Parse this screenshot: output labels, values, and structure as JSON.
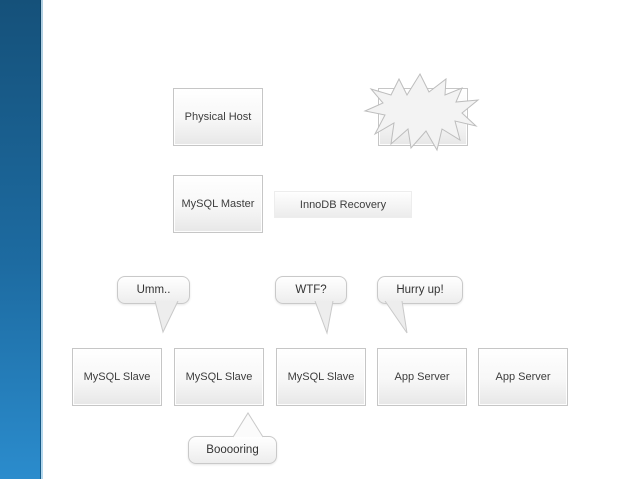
{
  "accent_bar": {
    "top_color": "#15517a",
    "bottom_color": "#2b8ccd"
  },
  "nodes": {
    "physical_host": "Physical Host",
    "mysql_master": "MySQL Master",
    "innodb_recovery": "InnoDB Recovery",
    "mysql_slave_1": "MySQL Slave",
    "mysql_slave_2": "MySQL Slave",
    "mysql_slave_3": "MySQL Slave",
    "app_server_1": "App Server",
    "app_server_2": "App Server"
  },
  "callouts": {
    "umm": "Umm..",
    "wtf": "WTF?",
    "hurry_up": "Hurry up!",
    "booooring": "Booooring"
  },
  "shapes": {
    "explosion": "explosion-burst"
  }
}
